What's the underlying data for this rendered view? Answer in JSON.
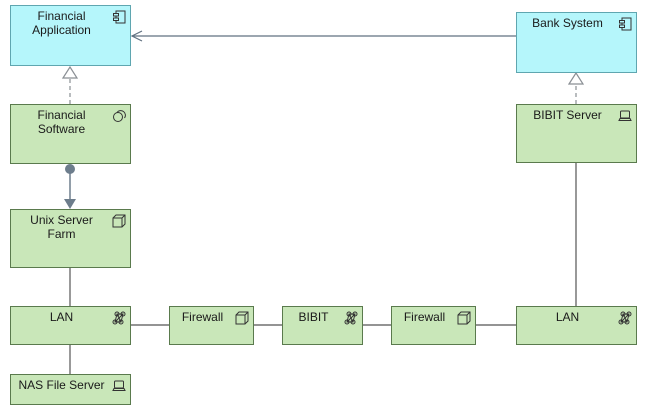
{
  "diagram": {
    "nodes": {
      "financial_application": {
        "label": "Financial\nApplication",
        "icon": "application-component-icon",
        "fill": "#b5f6fb"
      },
      "bank_system": {
        "label": "Bank System",
        "icon": "application-component-icon",
        "fill": "#b5f6fb"
      },
      "financial_software": {
        "label": "Financial\nSoftware",
        "icon": "system-software-icon",
        "fill": "#c9e7b9"
      },
      "bibit_server": {
        "label": "BIBIT Server",
        "icon": "device-icon",
        "fill": "#c9e7b9"
      },
      "unix_server_farm": {
        "label": "Unix Server\nFarm",
        "icon": "node-cube-icon",
        "fill": "#c9e7b9"
      },
      "lan_left": {
        "label": "LAN",
        "icon": "network-icon",
        "fill": "#c9e7b9"
      },
      "firewall_left": {
        "label": "Firewall",
        "icon": "node-cube-icon",
        "fill": "#c9e7b9"
      },
      "bibit": {
        "label": "BIBIT",
        "icon": "network-icon",
        "fill": "#c9e7b9"
      },
      "firewall_right": {
        "label": "Firewall",
        "icon": "node-cube-icon",
        "fill": "#c9e7b9"
      },
      "lan_right": {
        "label": "LAN",
        "icon": "network-icon",
        "fill": "#c9e7b9"
      },
      "nas_file_server": {
        "label": "NAS File Server",
        "icon": "device-icon",
        "fill": "#c9e7b9"
      }
    },
    "edges": [
      {
        "from": "bank_system",
        "to": "financial_application",
        "type": "flow"
      },
      {
        "from": "financial_software",
        "to": "financial_application",
        "type": "realization"
      },
      {
        "from": "bibit_server",
        "to": "bank_system",
        "type": "realization"
      },
      {
        "from": "financial_software",
        "to": "unix_server_farm",
        "type": "assignment"
      },
      {
        "from": "unix_server_farm",
        "to": "lan_left",
        "type": "association"
      },
      {
        "from": "lan_left",
        "to": "nas_file_server",
        "type": "association"
      },
      {
        "from": "lan_left",
        "to": "firewall_left",
        "type": "association"
      },
      {
        "from": "firewall_left",
        "to": "bibit",
        "type": "association"
      },
      {
        "from": "bibit",
        "to": "firewall_right",
        "type": "association"
      },
      {
        "from": "firewall_right",
        "to": "lan_right",
        "type": "association"
      },
      {
        "from": "lan_right",
        "to": "bibit_server",
        "type": "association"
      }
    ]
  }
}
